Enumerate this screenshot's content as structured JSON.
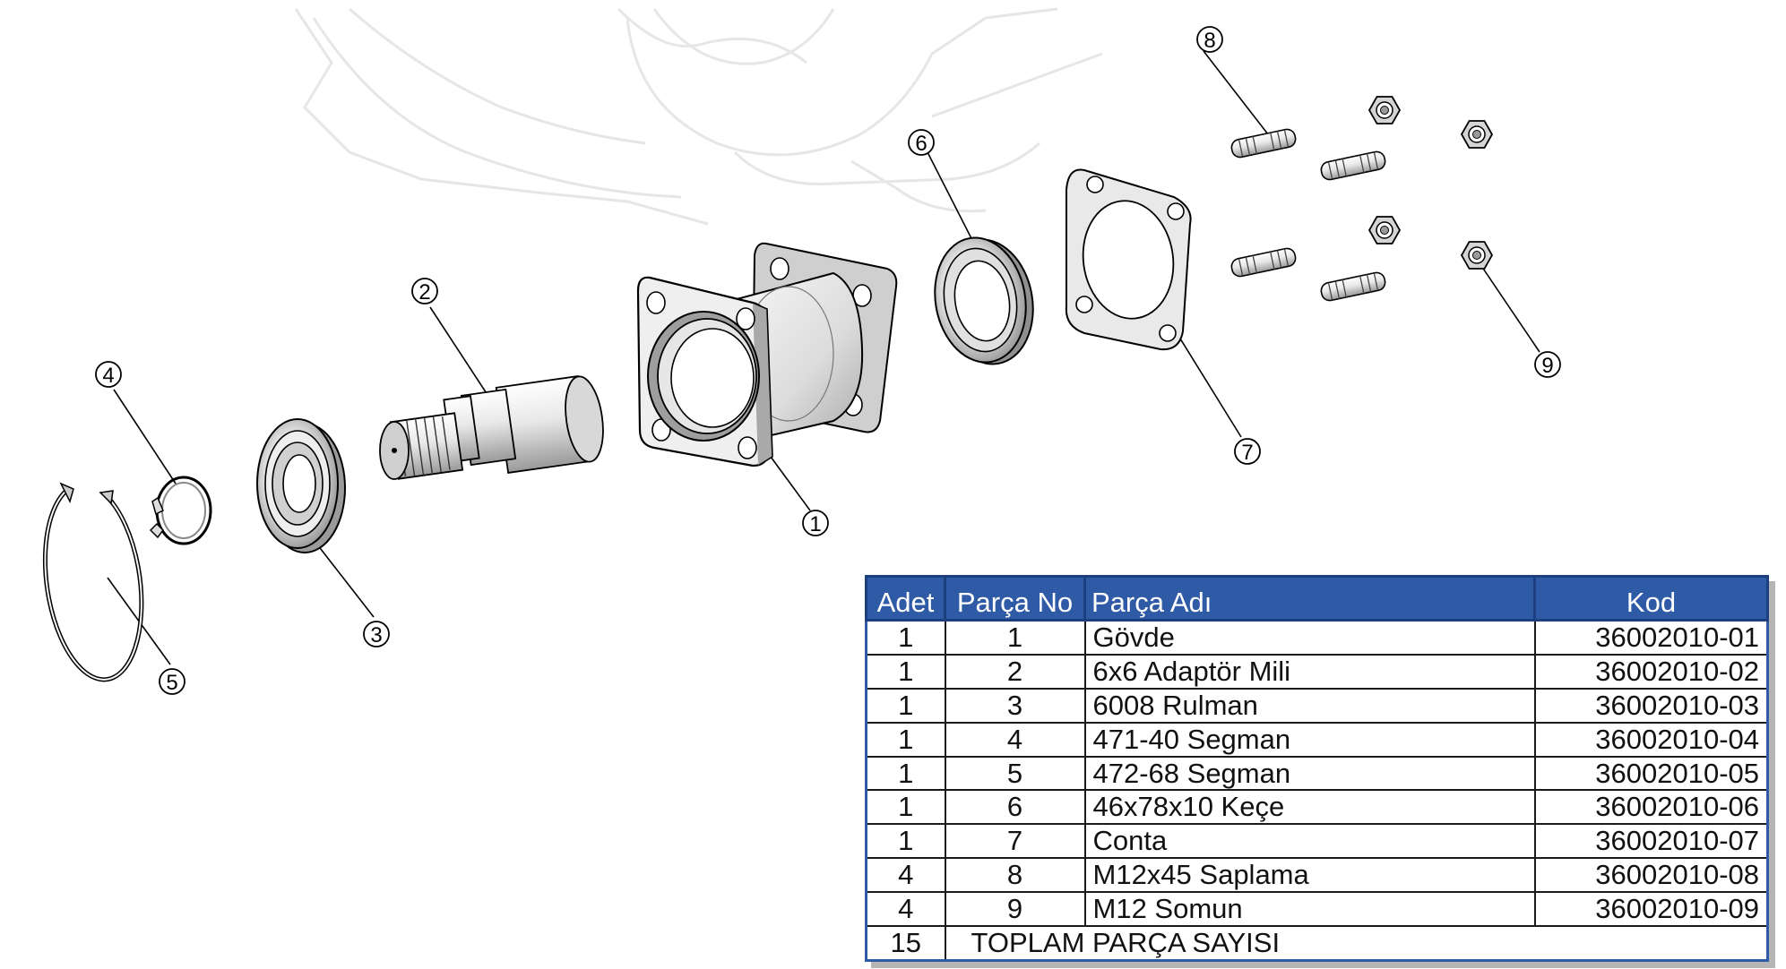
{
  "balloons": [
    {
      "no": "1"
    },
    {
      "no": "2"
    },
    {
      "no": "3"
    },
    {
      "no": "4"
    },
    {
      "no": "5"
    },
    {
      "no": "6"
    },
    {
      "no": "7"
    },
    {
      "no": "8"
    },
    {
      "no": "9"
    }
  ],
  "table": {
    "headers": {
      "adet": "Adet",
      "parca_no": "Parça No",
      "parca_adi": "Parça Adı",
      "kod": "Kod"
    },
    "rows": [
      {
        "adet": "1",
        "parca_no": "1",
        "parca_adi": "Gövde",
        "kod": "36002010-01"
      },
      {
        "adet": "1",
        "parca_no": "2",
        "parca_adi": "6x6 Adaptör Mili",
        "kod": "36002010-02"
      },
      {
        "adet": "1",
        "parca_no": "3",
        "parca_adi": "6008 Rulman",
        "kod": "36002010-03"
      },
      {
        "adet": "1",
        "parca_no": "4",
        "parca_adi": "471-40 Segman",
        "kod": "36002010-04"
      },
      {
        "adet": "1",
        "parca_no": "5",
        "parca_adi": "472-68 Segman",
        "kod": "36002010-05"
      },
      {
        "adet": "1",
        "parca_no": "6",
        "parca_adi": "46x78x10 Keçe",
        "kod": "36002010-06"
      },
      {
        "adet": "1",
        "parca_no": "7",
        "parca_adi": "Conta",
        "kod": "36002010-07"
      },
      {
        "adet": "4",
        "parca_no": "8",
        "parca_adi": "M12x45 Saplama",
        "kod": "36002010-08"
      },
      {
        "adet": "4",
        "parca_no": "9",
        "parca_adi": "M12 Somun",
        "kod": "36002010-09"
      }
    ],
    "total": {
      "adet": "15",
      "label": "TOPLAM PARÇA SAYISI"
    }
  },
  "colors": {
    "header_bg": "#2f5aa5",
    "header_text": "#ffffff",
    "line": "#000000",
    "ghost": "#e6e6e6"
  }
}
